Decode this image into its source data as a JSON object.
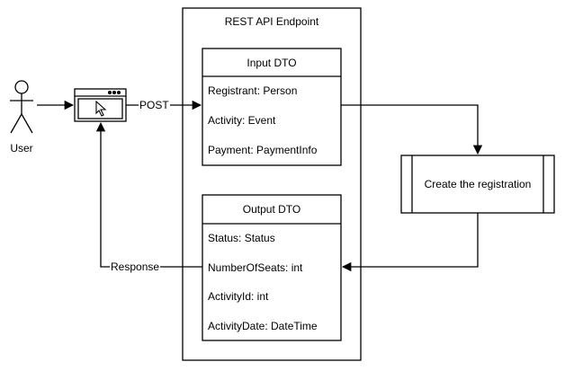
{
  "actor": {
    "label": "User",
    "icon": "stick-figure-icon"
  },
  "browser": {
    "icon": "browser-window-icon",
    "cursor_icon": "mouse-cursor-icon"
  },
  "endpoint": {
    "title": "REST API Endpoint"
  },
  "input_dto": {
    "title": "Input DTO",
    "fields": [
      "Registrant: Person",
      "Activity: Event",
      "Payment: PaymentInfo"
    ]
  },
  "output_dto": {
    "title": "Output DTO",
    "fields": [
      "Status: Status",
      "NumberOfSeats: int",
      "ActivityId: int",
      "ActivityDate: DateTime"
    ]
  },
  "process": {
    "label": "Create the registration"
  },
  "edges": {
    "post": "POST",
    "response": "Response"
  }
}
